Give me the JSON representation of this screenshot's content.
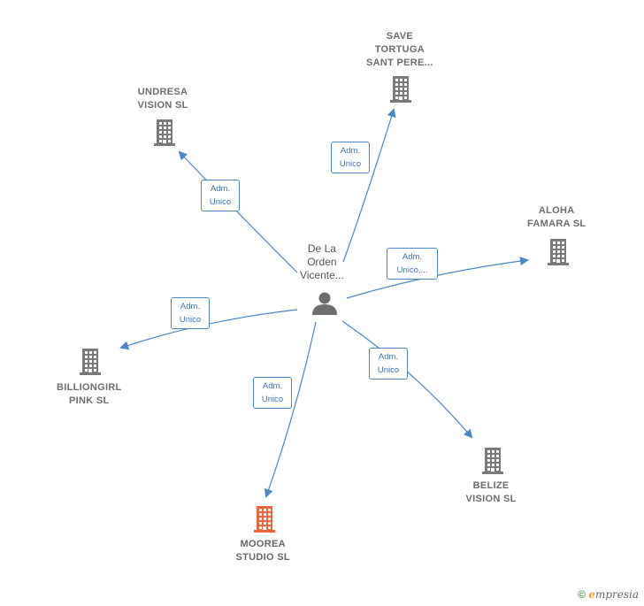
{
  "colors": {
    "company": "#7a7a7a",
    "highlight": "#f0623a",
    "person": "#6d6d6d",
    "edge": "#4a86c8"
  },
  "center": {
    "label_lines": [
      "De La",
      "Orden",
      "Vicente..."
    ],
    "icon": "person-icon"
  },
  "nodes": [
    {
      "id": "save",
      "label_lines": [
        "SAVE",
        "TORTUGA",
        "SANT PERE..."
      ],
      "icon": "building-icon",
      "highlight": false
    },
    {
      "id": "undresa",
      "label_lines": [
        "UNDRESA",
        "VISION  SL"
      ],
      "icon": "building-icon",
      "highlight": false
    },
    {
      "id": "aloha",
      "label_lines": [
        "ALOHA",
        "FAMARA  SL"
      ],
      "icon": "building-icon",
      "highlight": false
    },
    {
      "id": "billiongirl",
      "label_lines": [
        "BILLIONGIRL",
        "PINK  SL"
      ],
      "icon": "building-icon",
      "highlight": false
    },
    {
      "id": "belize",
      "label_lines": [
        "BELIZE",
        "VISION SL"
      ],
      "icon": "building-icon",
      "highlight": false
    },
    {
      "id": "moorea",
      "label_lines": [
        "MOOREA",
        "STUDIO  SL"
      ],
      "icon": "building-icon",
      "highlight": true
    }
  ],
  "edges": [
    {
      "to": "save",
      "label_lines": [
        "Adm.",
        "Unico"
      ]
    },
    {
      "to": "undresa",
      "label_lines": [
        "Adm.",
        "Unico"
      ]
    },
    {
      "to": "aloha",
      "label_lines": [
        "Adm.",
        "Unico,..."
      ]
    },
    {
      "to": "billiongirl",
      "label_lines": [
        "Adm.",
        "Unico"
      ]
    },
    {
      "to": "belize",
      "label_lines": [
        "Adm.",
        "Unico"
      ]
    },
    {
      "to": "moorea",
      "label_lines": [
        "Adm.",
        "Unico"
      ]
    }
  ],
  "footer": {
    "copyright": "©",
    "brand_initial": "e",
    "brand_rest": "mpresia"
  }
}
